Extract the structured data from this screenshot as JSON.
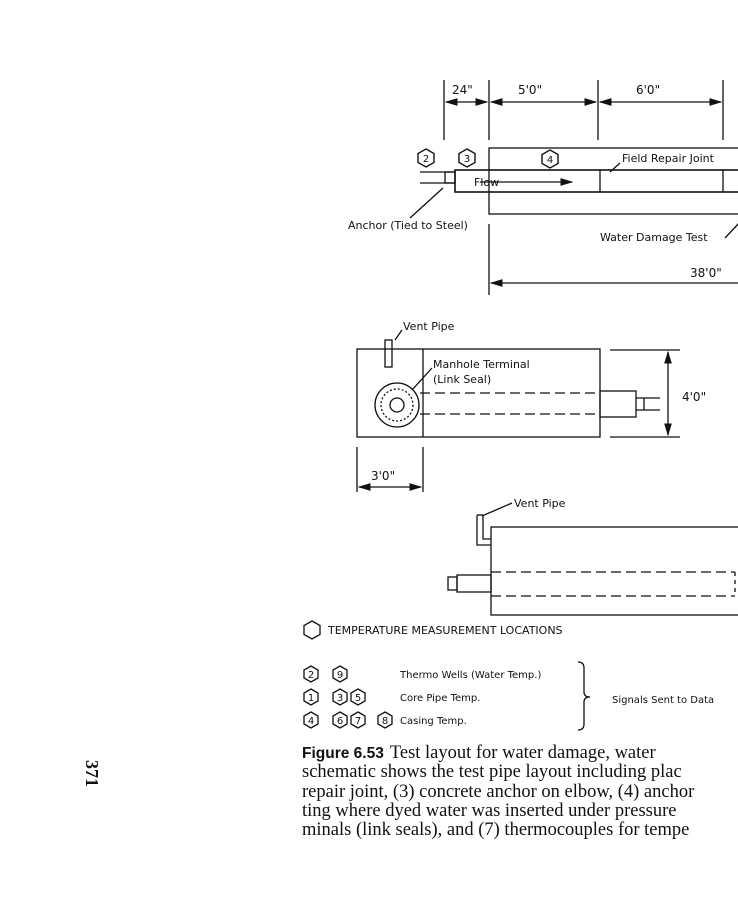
{
  "figure": {
    "top_view": {
      "dims": [
        "24\"",
        "5'0\"",
        "6'0\"",
        "38'0\""
      ],
      "hex_labels": [
        "2",
        "3",
        "4"
      ],
      "flow_label": "Flow",
      "field_repair_label": "Field Repair Joint",
      "anchor_label": "Anchor (Tied to Steel)",
      "water_damage_label": "Water Damage Test"
    },
    "manhole_view": {
      "vent_label": "Vent Pipe",
      "terminal_label": "Manhole Terminal",
      "seal_label": "(Link Seal)",
      "height_dim": "4'0\"",
      "width_dim": "3'0\""
    },
    "side_view": {
      "vent_label": "Vent Pipe"
    },
    "legend": {
      "title": "TEMPERATURE MEASUREMENT LOCATIONS",
      "rows": [
        {
          "numbers": [
            "2",
            "9"
          ],
          "label": "Thermo Wells (Water Temp.)"
        },
        {
          "numbers": [
            "1",
            "3",
            "5"
          ],
          "label": "Core Pipe Temp."
        },
        {
          "numbers": [
            "4",
            "6",
            "7",
            "8"
          ],
          "label": "Casing Temp."
        }
      ],
      "signals_label": "Signals Sent to Data"
    }
  },
  "caption": {
    "figure_number": "Figure 6.53",
    "lines": [
      "Test layout for water damage, water",
      "schematic shows the test pipe layout including plac",
      "repair joint, (3) concrete anchor on elbow, (4) anchor",
      "ting where dyed water was inserted under pressure",
      "minals (link seals), and (7) thermocouples for tempe"
    ]
  },
  "page_number": "371"
}
